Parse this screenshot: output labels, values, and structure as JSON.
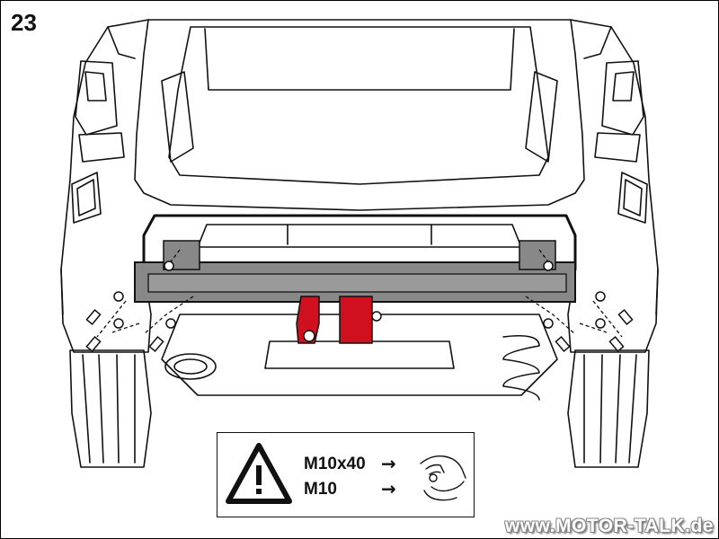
{
  "step": {
    "number": "23"
  },
  "notice": {
    "warning_icon": "warning-triangle-icon",
    "hand_icon": "hand-tighten-icon",
    "items": [
      {
        "size": "M10x40",
        "arrow": "→"
      },
      {
        "size": "M10",
        "arrow": "→"
      }
    ]
  },
  "colors": {
    "line": "#111111",
    "crossbar": "#888888",
    "towbar_part": "#d0101e"
  },
  "watermark": {
    "text": "www.MOTOR-TALK.de"
  }
}
